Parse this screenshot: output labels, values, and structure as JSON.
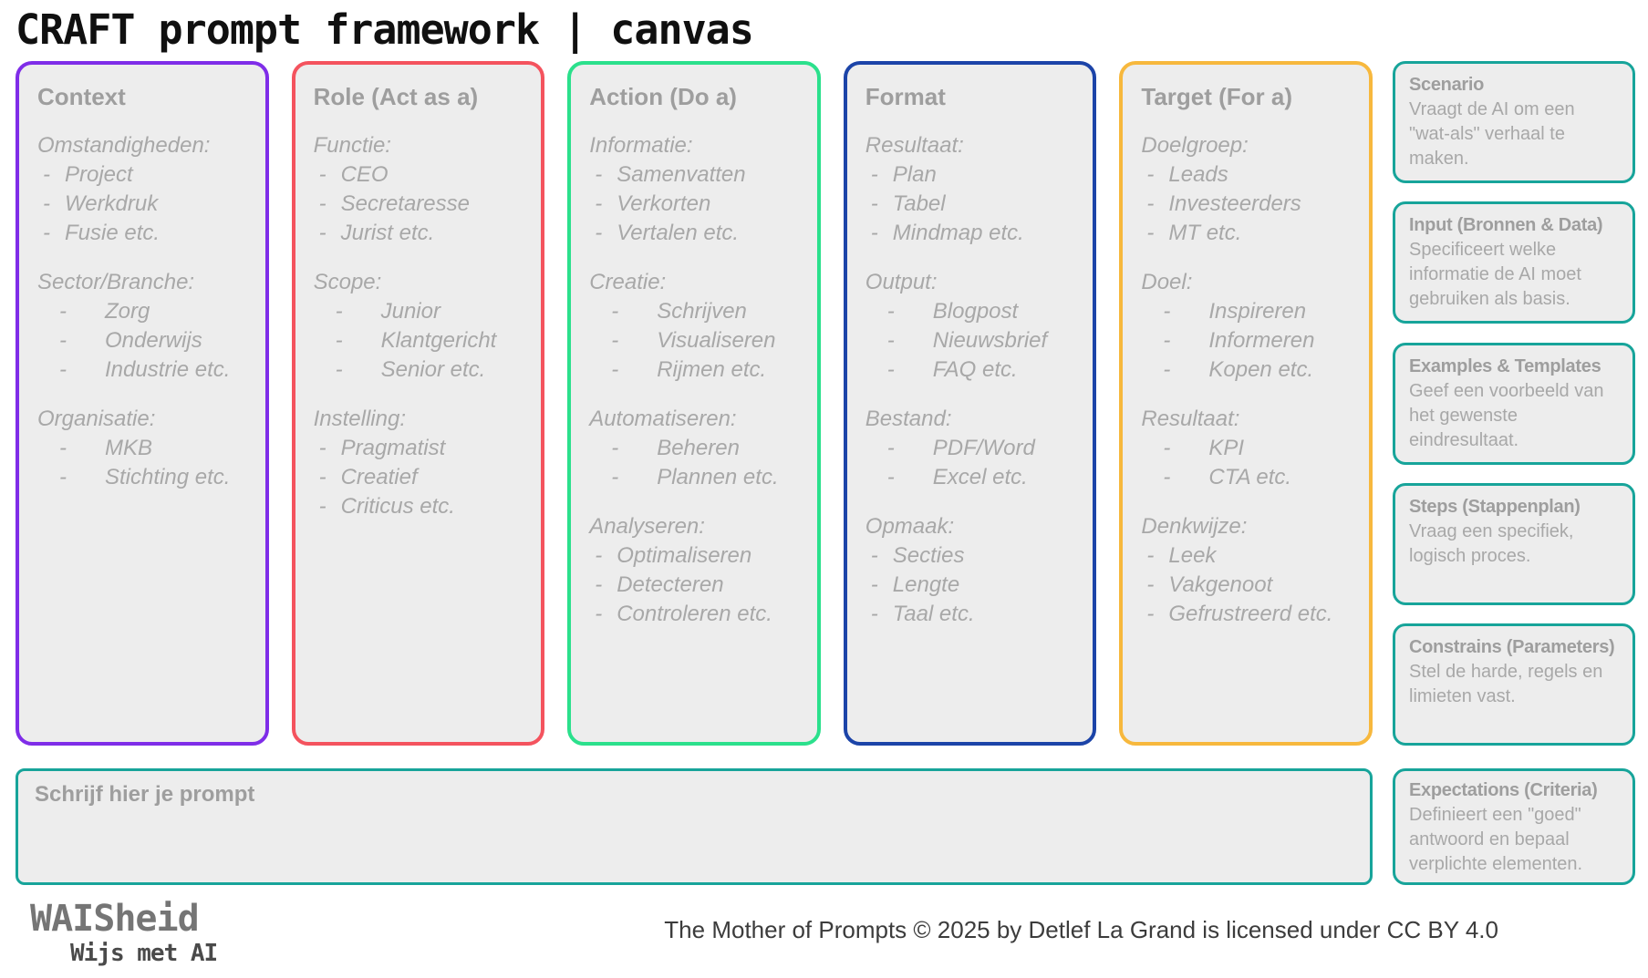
{
  "title": "CRAFT prompt framework | canvas",
  "list_bullet": "-",
  "colors": {
    "sidebar_border": "#17a49a",
    "prompt_border": "#17a49a",
    "box_fill": "#ededed",
    "heading_text": "#9e9e9e",
    "body_text": "#a8a8a8"
  },
  "columns": [
    {
      "id": "context",
      "title": "Context",
      "border_color": "#7f2de8",
      "sections": [
        {
          "label": "Omstandigheden:",
          "indent": "near",
          "items": [
            "Project",
            "Werkdruk",
            "Fusie etc."
          ]
        },
        {
          "label": "Sector/Branche:",
          "indent": "far",
          "items": [
            "Zorg",
            "Onderwijs",
            "Industrie etc."
          ]
        },
        {
          "label": "Organisatie:",
          "indent": "far",
          "items": [
            "MKB",
            "Stichting etc."
          ]
        }
      ]
    },
    {
      "id": "role",
      "title": "Role (Act as a)",
      "border_color": "#f4535e",
      "sections": [
        {
          "label": "Functie:",
          "indent": "near",
          "items": [
            "CEO",
            "Secretaresse",
            "Jurist etc."
          ]
        },
        {
          "label": "Scope:",
          "indent": "far",
          "items": [
            "Junior",
            "Klantgericht",
            "Senior etc."
          ]
        },
        {
          "label": "Instelling:",
          "indent": "near",
          "items": [
            "Pragmatist",
            "Creatief",
            "Criticus etc."
          ]
        }
      ]
    },
    {
      "id": "action",
      "title": "Action (Do a)",
      "border_color": "#2be08c",
      "sections": [
        {
          "label": "Informatie:",
          "indent": "near",
          "items": [
            "Samenvatten",
            "Verkorten",
            "Vertalen etc."
          ]
        },
        {
          "label": "Creatie:",
          "indent": "far",
          "items": [
            "Schrijven",
            "Visualiseren",
            "Rijmen etc."
          ]
        },
        {
          "label": "Automatiseren:",
          "indent": "far",
          "items": [
            "Beheren",
            "Plannen etc."
          ]
        },
        {
          "label": "Analyseren:",
          "indent": "near",
          "items": [
            "Optimaliseren",
            "Detecteren",
            "Controleren etc."
          ]
        }
      ]
    },
    {
      "id": "format",
      "title": "Format",
      "border_color": "#1c44a8",
      "sections": [
        {
          "label": "Resultaat:",
          "indent": "near",
          "items": [
            "Plan",
            "Tabel",
            "Mindmap etc."
          ]
        },
        {
          "label": "Output:",
          "indent": "far",
          "items": [
            "Blogpost",
            "Nieuwsbrief",
            "FAQ etc."
          ]
        },
        {
          "label": "Bestand:",
          "indent": "far",
          "items": [
            "PDF/Word",
            "Excel etc."
          ]
        },
        {
          "label": "Opmaak:",
          "indent": "near",
          "items": [
            "Secties",
            "Lengte",
            "Taal etc."
          ]
        }
      ]
    },
    {
      "id": "target",
      "title": "Target (For a)",
      "border_color": "#f7b83d",
      "sections": [
        {
          "label": "Doelgroep:",
          "indent": "near",
          "items": [
            "Leads",
            "Investeerders",
            "MT etc."
          ]
        },
        {
          "label": "Doel:",
          "indent": "far",
          "items": [
            "Inspireren",
            "Informeren",
            "Kopen etc."
          ]
        },
        {
          "label": "Resultaat:",
          "indent": "far",
          "items": [
            "KPI",
            "CTA etc."
          ]
        },
        {
          "label": "Denkwijze:",
          "indent": "near",
          "items": [
            "Leek",
            "Vakgenoot",
            "Gefrustreerd etc."
          ]
        }
      ]
    }
  ],
  "sidebar": {
    "boxes": [
      {
        "id": "scenario",
        "title": "Scenario",
        "body": "Vraagt de AI om een \"wat-als\" verhaal te maken."
      },
      {
        "id": "input",
        "title": "Input (Bronnen & Data)",
        "body": "Specificeert welke informatie de AI moet gebruiken als basis."
      },
      {
        "id": "examples",
        "title": "Examples & Templates",
        "body": "Geef een voorbeeld van het gewenste eindresultaat."
      },
      {
        "id": "steps",
        "title": "Steps (Stappenplan)",
        "body": "Vraag een specifiek, logisch proces."
      },
      {
        "id": "constrains",
        "title": "Constrains (Parameters)",
        "body": "Stel de harde, regels en limieten vast."
      },
      {
        "id": "expectations",
        "title": "Expectations (Criteria)",
        "body": "Definieert een \"goed\" antwoord en bepaal verplichte elementen."
      }
    ]
  },
  "prompt_area": {
    "placeholder": "Schrijf hier je prompt",
    "value": ""
  },
  "footer": {
    "logo_title": "WAISheid",
    "logo_subtitle": "Wijs met AI",
    "license_text": "The Mother of Prompts © 2025 by Detlef La Grand is licensed under CC BY 4.0"
  }
}
